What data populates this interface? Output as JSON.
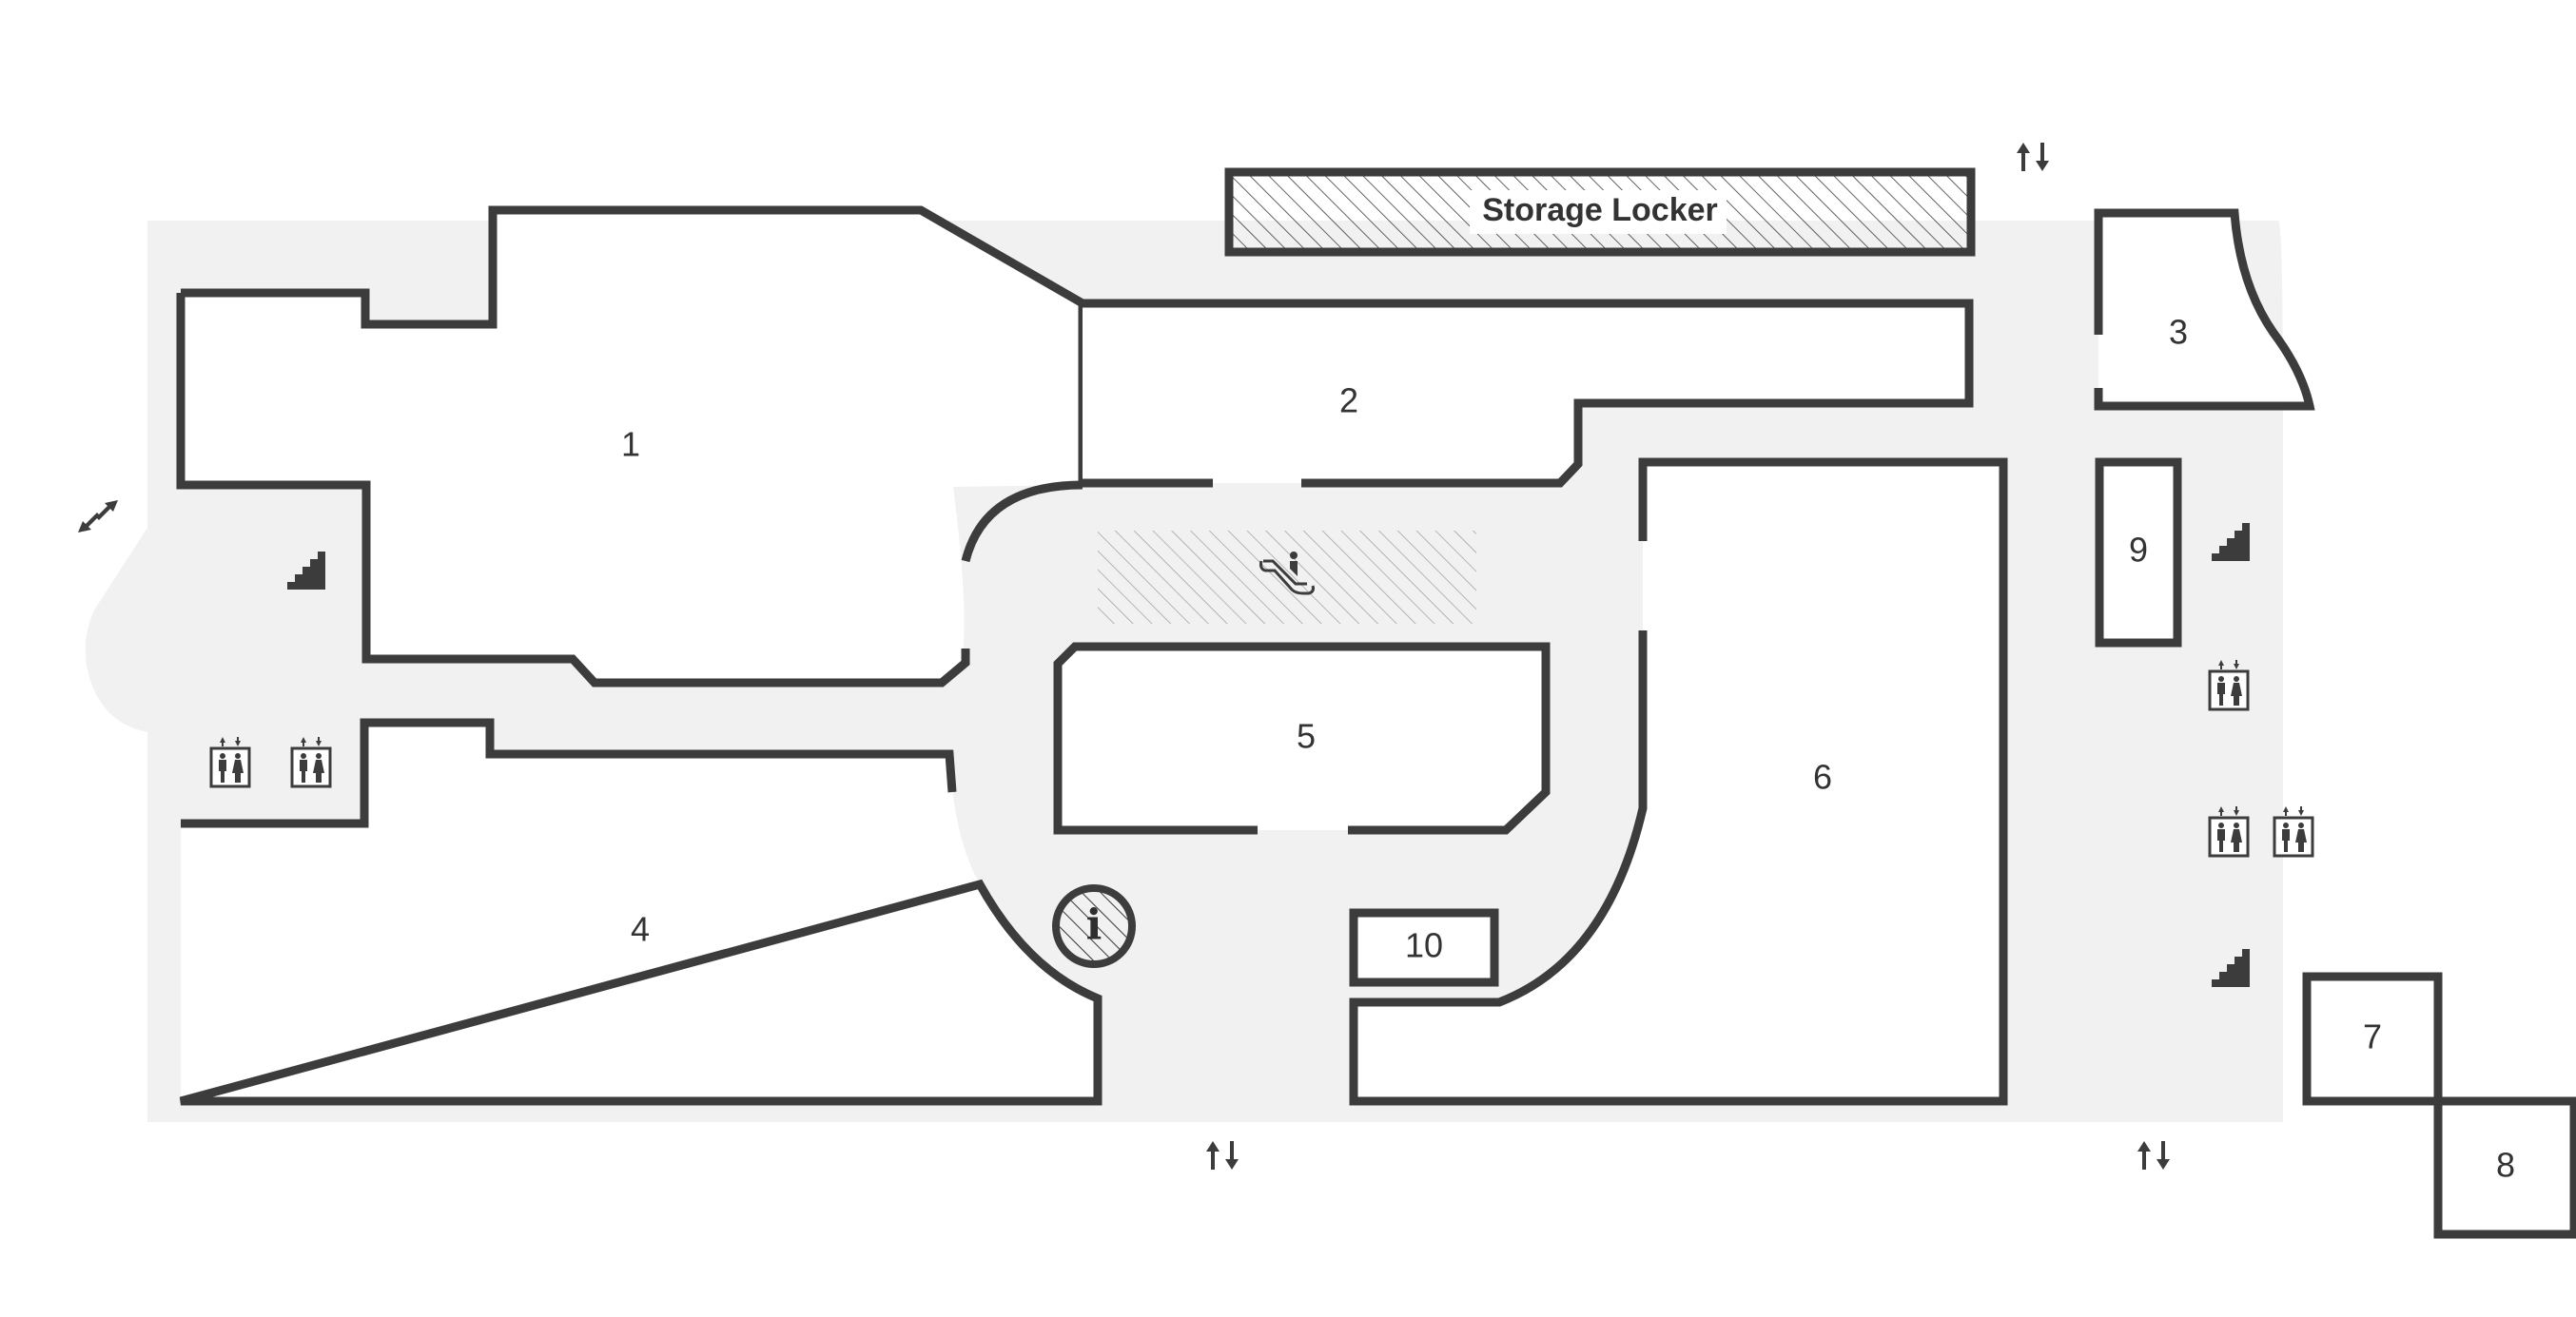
{
  "map": {
    "colors": {
      "wall": "#3c3c3c",
      "corridor": "#f0f1f0",
      "room": "#ffffff",
      "hatch": "#3c3c3c"
    },
    "rooms": {
      "r1": "1",
      "r2": "2",
      "r3": "3",
      "r4": "4",
      "r5": "5",
      "r6": "6",
      "r7": "7",
      "r8": "8",
      "r9": "9",
      "r10": "10"
    },
    "storage_locker": "Storage Locker",
    "icons": {
      "stairs": "stairs-icon",
      "elevator": "elevator-icon",
      "escalator": "escalator-icon",
      "information": "info-icon",
      "up_down_arrows": "up-down-arrows-icon",
      "diagonal_exit_arrows": "diagonal-exit-arrows-icon"
    },
    "info_glyph": "i"
  }
}
